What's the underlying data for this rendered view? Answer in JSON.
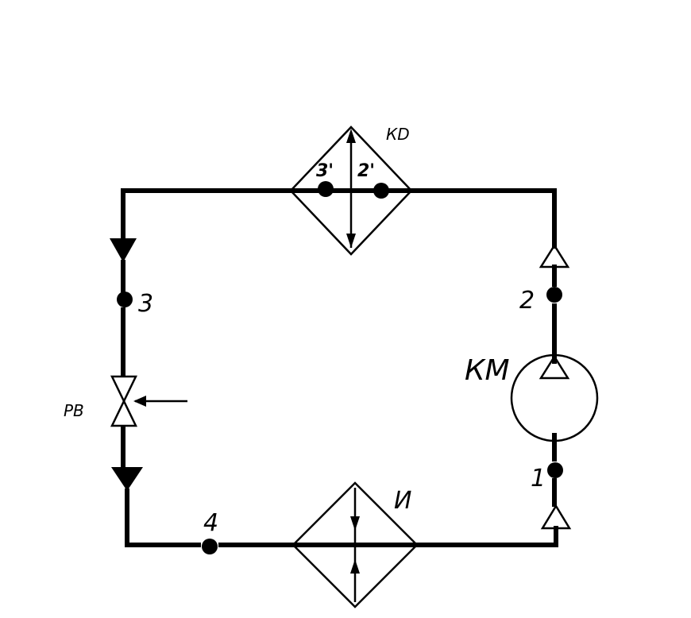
{
  "labels": {
    "condenser": "КD",
    "compressor": "КМ",
    "valve": "PB",
    "evaporator": "И",
    "point_1": "1",
    "point_2": "2",
    "point_3": "3",
    "point_4": "4",
    "point_2p": "2'",
    "point_3p": "3'"
  },
  "colors": {
    "line": "#000000",
    "background": "#ffffff"
  }
}
